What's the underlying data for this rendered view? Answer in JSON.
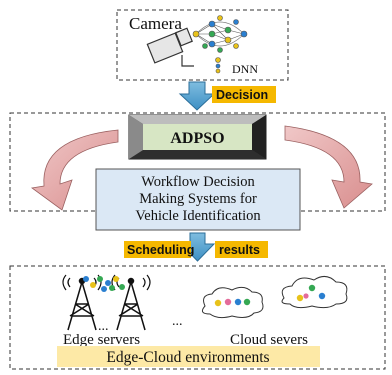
{
  "camera": {
    "label": "Camera",
    "dnn_label": "DNN"
  },
  "arrow_labels": {
    "decision": "Decision",
    "scheduling": "Scheduling",
    "results": "results"
  },
  "middle": {
    "adpso_label": "ADPSO",
    "workflow_lines": [
      "Workflow Decision",
      "Making Systems for",
      "Vehicle Identification"
    ]
  },
  "bottom": {
    "edge_label": "Edge servers",
    "cloud_label": "Cloud severs",
    "ellipsis": "...",
    "env_label": "Edge-Cloud environments"
  },
  "colors": {
    "label_bg": "#f5b800",
    "env_bg": "#fde9a6",
    "workflow_bg": "#dbe8f5",
    "adpso_face": "#d7e6c4",
    "arrow_blue": "#5aa3d0",
    "curve_fill": "#e3a3a3"
  },
  "icons": [
    "camera-icon",
    "dnn-network-icon",
    "tower-icon",
    "cloud-icon"
  ]
}
